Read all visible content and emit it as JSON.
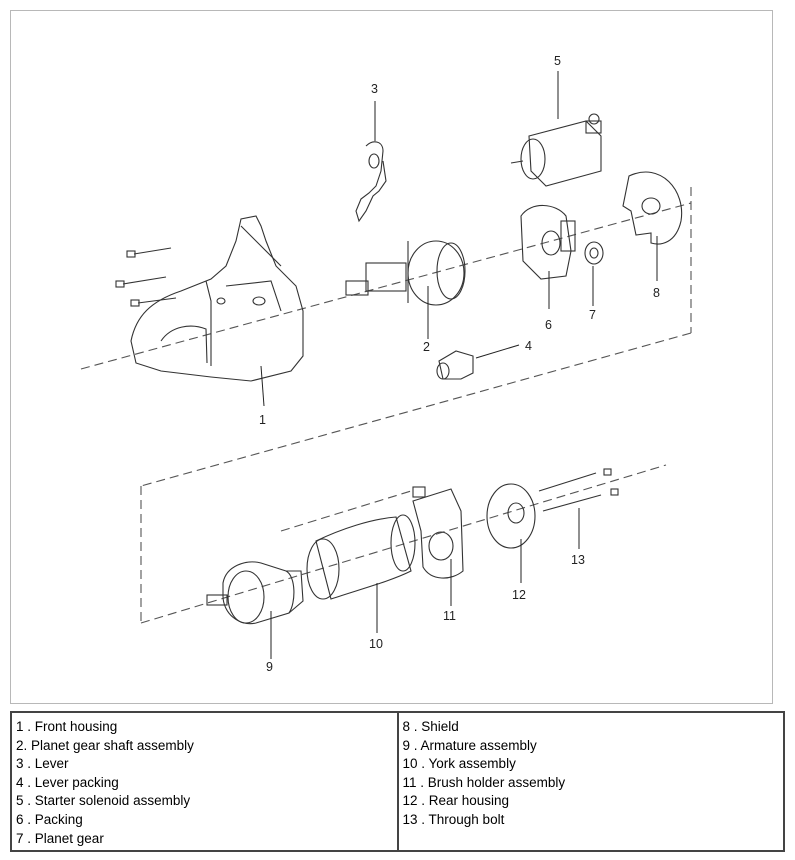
{
  "callouts": {
    "n1": "1",
    "n2": "2",
    "n3": "3",
    "n4": "4",
    "n5": "5",
    "n6": "6",
    "n7": "7",
    "n8": "8",
    "n9": "9",
    "n10": "10",
    "n11": "11",
    "n12": "12",
    "n13": "13"
  },
  "legend": {
    "left": [
      "1 . Front housing",
      "2. Planet gear shaft assembly",
      "3 . Lever",
      "4 . Lever packing",
      "5 . Starter solenoid assembly",
      "6 . Packing",
      "7 . Planet gear"
    ],
    "right": [
      "8 . Shield",
      "9 . Armature assembly",
      "10 . York assembly",
      "11 . Brush holder assembly",
      "12 . Rear housing",
      "13 . Through bolt"
    ]
  }
}
